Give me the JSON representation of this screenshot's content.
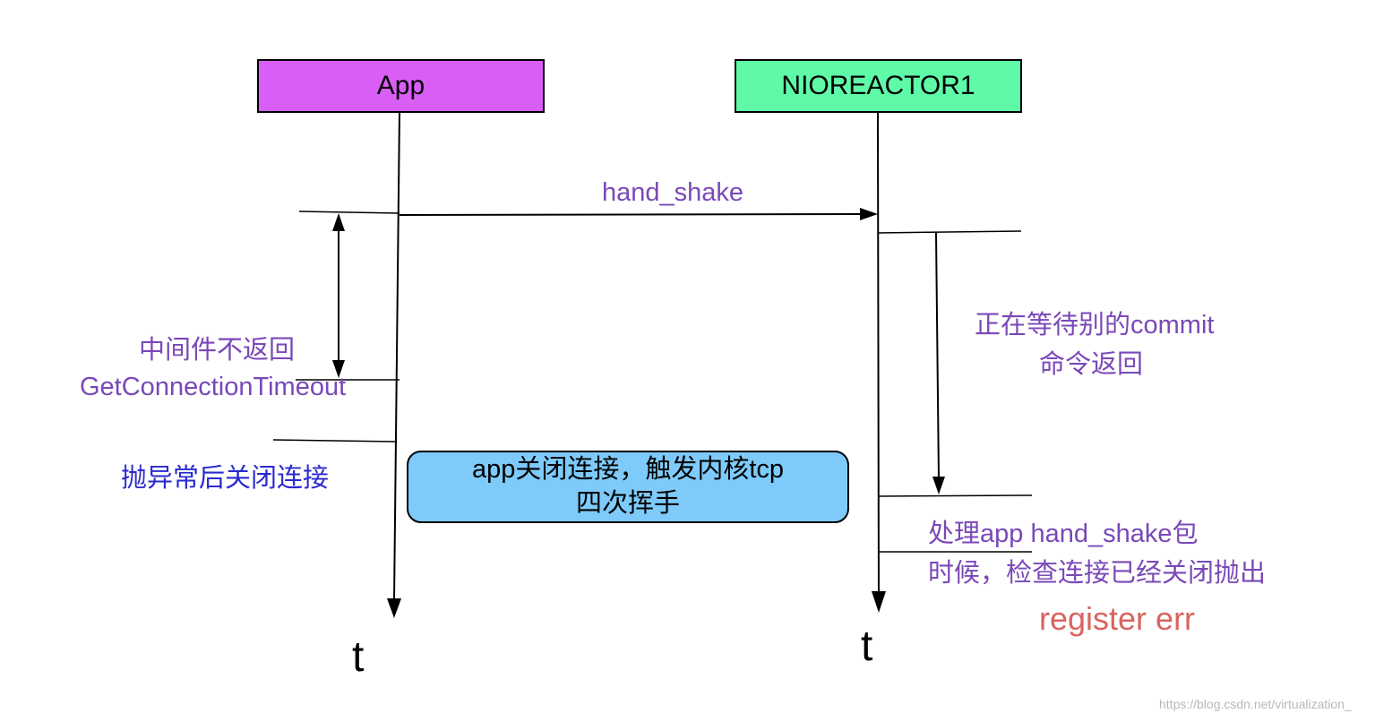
{
  "actors": {
    "app": {
      "label": "App",
      "color": "#d95ef5"
    },
    "reactor": {
      "label": "NIOREACTOR1",
      "color": "#5ffaa8"
    }
  },
  "messages": {
    "handshake": "hand_shake"
  },
  "notes": {
    "middleware_line1": "中间件不返回",
    "middleware_line2": "GetConnectionTimeout",
    "close_after_exception": "抛异常后关闭连接",
    "waiting_line1": "正在等待别的commit",
    "waiting_line2": "命令返回",
    "processing_line1": "处理app hand_shake包",
    "processing_line2": "时候，检查连接已经关闭抛出",
    "register_err": "register err"
  },
  "tcp_box": {
    "line1": "app关闭连接，触发内核tcp",
    "line2": "四次挥手",
    "color": "#7ecbfb"
  },
  "time_axis": {
    "app": "t",
    "reactor": "t"
  },
  "colors": {
    "purple_text": "#7a48b8",
    "blue_text": "#2a2acf",
    "red_text": "#d9645f"
  },
  "watermark": "https://blog.csdn.net/virtualization_"
}
